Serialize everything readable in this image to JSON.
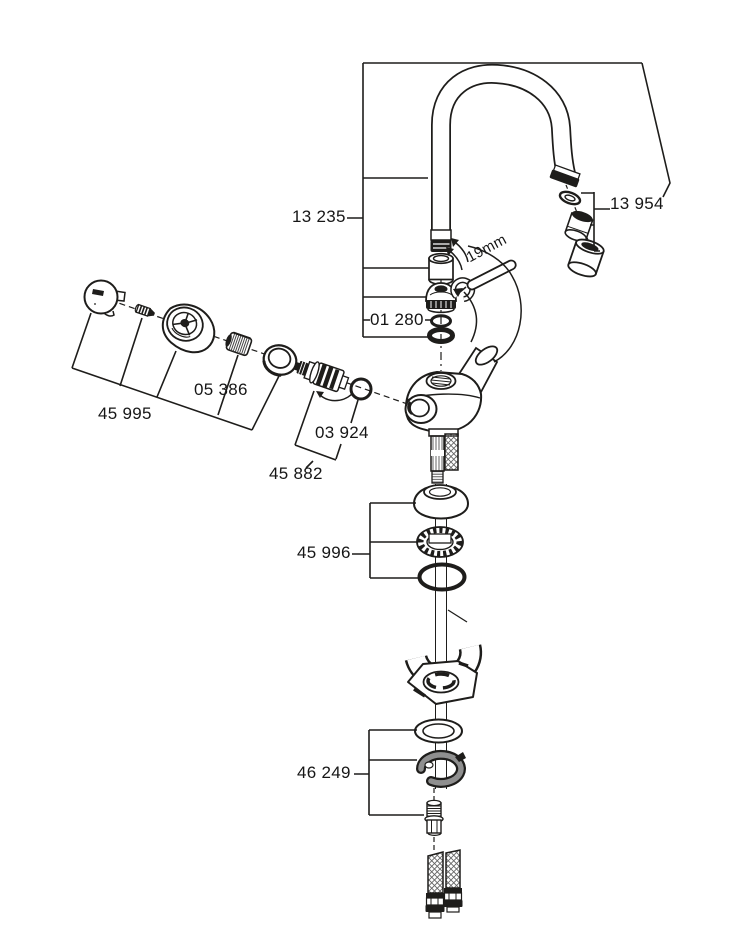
{
  "figure": {
    "kind": "exploded-parts-diagram",
    "background": "#ffffff",
    "ink": "#1e1d1b",
    "braid_gray": "#666666",
    "clip_gray": "#8f8f8f"
  },
  "labels": {
    "spout": "13 235",
    "mousseur": "13 954",
    "spout_o_ring": "01 280",
    "wrench_size": "19mm",
    "handle": "45 995",
    "adapter": "05 386",
    "cartridge_o_ring": "03 924",
    "cartridge": "45 882",
    "mounting_upper": "45 996",
    "mounting_lower": "46 249"
  }
}
